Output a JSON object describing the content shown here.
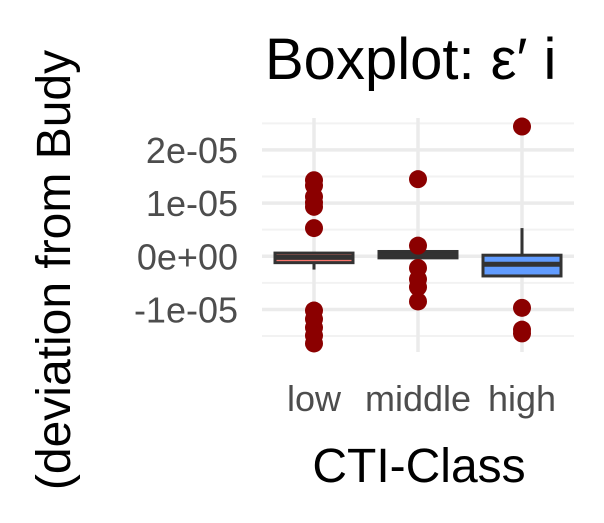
{
  "chart_data": {
    "type": "boxplot",
    "title": "Boxplot: ε′ i",
    "xlabel": "CTI-Class",
    "ylabel": "(deviation from Budy",
    "categories": [
      "low",
      "middle",
      "high"
    ],
    "y_ticks": [
      -1e-05,
      0,
      1e-05,
      2e-05
    ],
    "y_tick_labels": [
      "-1e-05",
      "0e+00",
      "1e-05",
      "2e-05"
    ],
    "ylim": [
      -1.8e-05,
      2.6e-05
    ],
    "grid": true,
    "boxes": [
      {
        "category": "low",
        "q1": -1.2e-06,
        "median": -2e-07,
        "q3": 6e-07,
        "whisker_low": -2.5e-06,
        "whisker_high": 6e-07,
        "fill": "#f8766d",
        "outliers": [
          1.43e-05,
          1.33e-05,
          1.12e-05,
          1.01e-05,
          9.3e-06,
          5.3e-06,
          -1.02e-05,
          -1.18e-05,
          -1.34e-05,
          -1.49e-05,
          -1.64e-05
        ]
      },
      {
        "category": "middle",
        "q1": -3e-07,
        "median": 3e-07,
        "q3": 9e-07,
        "whisker_low": -3e-07,
        "whisker_high": 9e-07,
        "fill": "#00ba38",
        "outliers": [
          1.45e-05,
          2e-06,
          -2.2e-06,
          -4.3e-06,
          -5.8e-06,
          -8.5e-06
        ]
      },
      {
        "category": "high",
        "q1": -3.7e-06,
        "median": -1.5e-06,
        "q3": 2e-07,
        "whisker_low": -3.7e-06,
        "whisker_high": 5.3e-06,
        "fill": "#619cff",
        "outliers": [
          2.44e-05,
          -9.7e-06,
          -1.38e-05,
          -1.45e-05
        ]
      }
    ],
    "colors": {
      "box_line": "#333333",
      "outlier": "#8b0000",
      "grid_major": "#ebebeb",
      "grid_minor": "#f2f2f2"
    }
  }
}
